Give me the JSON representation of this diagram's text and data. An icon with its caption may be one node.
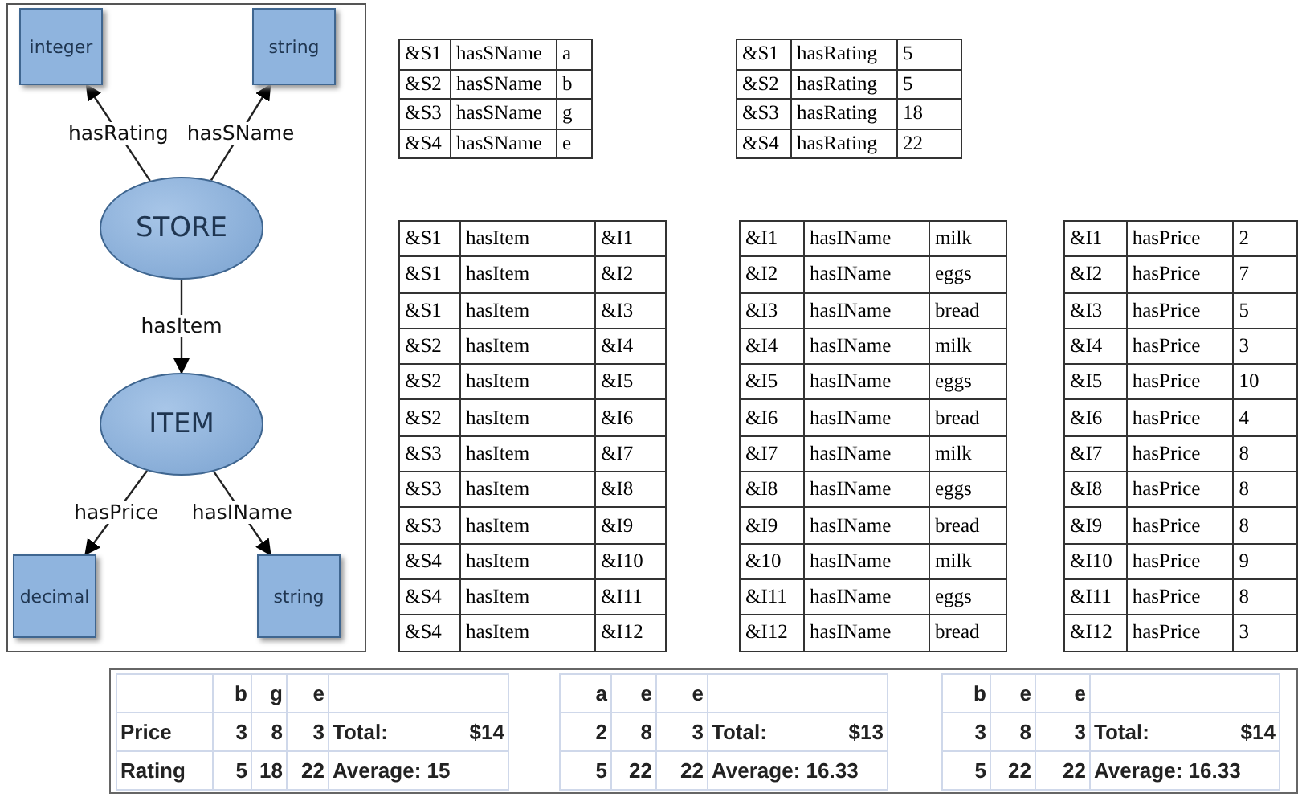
{
  "diagram": {
    "nodes": [
      {
        "text": [
          "integer"
        ]
      },
      {
        "text": [
          "string"
        ]
      },
      {
        "text": [
          "STORE"
        ]
      },
      {
        "text": [
          "ITEM"
        ]
      },
      {
        "text": [
          "decimal"
        ]
      },
      {
        "text": [
          "string"
        ]
      }
    ],
    "edges": [
      {
        "from": 2,
        "to": 0,
        "arrow": "to",
        "label": "hasRating"
      },
      {
        "from": 2,
        "to": 1,
        "arrow": "to",
        "label": "hasSName"
      },
      {
        "from": 2,
        "to": 3,
        "arrow": "to",
        "label": "hasItem"
      },
      {
        "from": 3,
        "to": 4,
        "arrow": "to",
        "label": "hasPrice"
      },
      {
        "from": 3,
        "to": 5,
        "arrow": "to",
        "label": "hasIName"
      }
    ],
    "labels": [
      "&S1",
      "hasSName",
      "a",
      "&S2",
      "hasSName",
      "b",
      "&S3",
      "hasSName",
      "g",
      "&S4",
      "hasSName",
      "e",
      "&S1",
      "hasRating",
      "5",
      "&S2",
      "hasRating",
      "5",
      "&S3",
      "hasRating",
      "18",
      "&S4",
      "hasRating",
      "22",
      "&S1",
      "hasItem",
      "&I1",
      "&S1",
      "hasItem",
      "&I2",
      "&S1",
      "hasItem",
      "&I3",
      "&S2",
      "hasItem",
      "&I4",
      "&S2",
      "hasItem",
      "&I5",
      "&S2",
      "hasItem",
      "&I6",
      "&S3",
      "hasItem",
      "&I7",
      "&S3",
      "hasItem",
      "&I8",
      "&S3",
      "hasItem",
      "&I9",
      "&S4",
      "hasItem",
      "&I10",
      "&S4",
      "hasItem",
      "&I11",
      "&S4",
      "hasItem",
      "&I12",
      "&I1",
      "hasIName",
      "milk",
      "&I2",
      "hasIName",
      "eggs",
      "&I3",
      "hasIName",
      "bread",
      "&I4",
      "hasIName",
      "milk",
      "&I5",
      "hasIName",
      "eggs",
      "&I6",
      "hasIName",
      "bread",
      "&I7",
      "hasIName",
      "milk",
      "&I8",
      "hasIName",
      "eggs",
      "&I9",
      "hasIName",
      "bread",
      "&10",
      "hasIName",
      "milk",
      "&I11",
      "hasIName",
      "eggs",
      "&I12",
      "hasIName",
      "bread",
      "&I1",
      "hasPrice",
      "2",
      "&I2",
      "hasPrice",
      "7",
      "&I3",
      "hasPrice",
      "5",
      "&I4",
      "hasPrice",
      "3",
      "&I5",
      "hasPrice",
      "10",
      "&I6",
      "hasPrice",
      "4",
      "&I7",
      "hasPrice",
      "8",
      "&I8",
      "hasPrice",
      "8",
      "&I9",
      "hasPrice",
      "8",
      "&I10",
      "hasPrice",
      "9",
      "&I11",
      "hasPrice",
      "8",
      "&I12",
      "hasPrice",
      "3",
      "b",
      "g",
      "e",
      "Price",
      "3",
      "8",
      "3",
      "Total:",
      "$14",
      "Rating",
      "5",
      "18",
      "22",
      "Average: 15",
      "a",
      "e",
      "e",
      "2",
      "8",
      "3",
      "Total:",
      "$13",
      "5",
      "22",
      "22",
      "Average: 16.33",
      "b",
      "e",
      "e",
      "3",
      "8",
      "3",
      "Total:",
      "$14",
      "5",
      "22",
      "22",
      "Average: 16.33"
    ]
  }
}
